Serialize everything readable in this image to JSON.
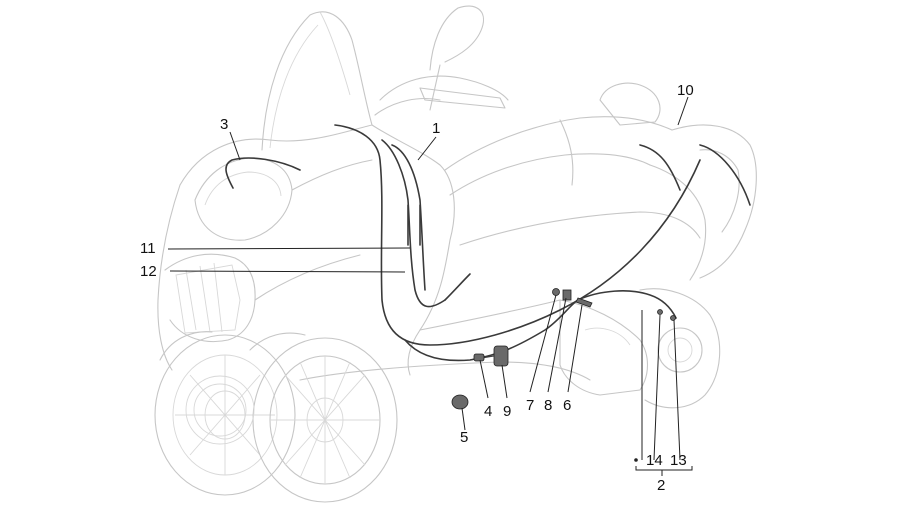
{
  "callouts": [
    {
      "id": "c1",
      "label": "1"
    },
    {
      "id": "c2",
      "label": "2"
    },
    {
      "id": "c3",
      "label": "3"
    },
    {
      "id": "c4",
      "label": "4"
    },
    {
      "id": "c5",
      "label": "5"
    },
    {
      "id": "c6",
      "label": "6"
    },
    {
      "id": "c7",
      "label": "7"
    },
    {
      "id": "c8",
      "label": "8"
    },
    {
      "id": "c9",
      "label": "9"
    },
    {
      "id": "c10",
      "label": "10"
    },
    {
      "id": "c11",
      "label": "11"
    },
    {
      "id": "c12",
      "label": "12"
    },
    {
      "id": "c13",
      "label": "13"
    },
    {
      "id": "c14",
      "label": "14"
    }
  ],
  "colors": {
    "background": "#ffffff",
    "vehicle_outline": "#c6c6c6",
    "cable": "#3a3a3a",
    "leader": "#222222"
  }
}
